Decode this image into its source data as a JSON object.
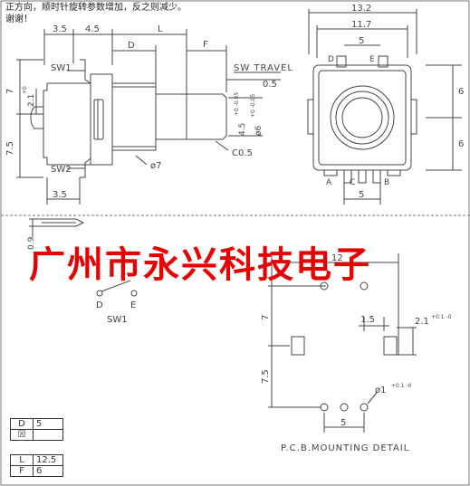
{
  "note": {
    "line1": "正方向，顺时针旋转参数增加，反之则减少。",
    "line2": "谢谢！"
  },
  "side_view": {
    "dim_a": "3.5",
    "dim_b": "4.5",
    "dim_d": "D",
    "dim_l": "L",
    "dim_f": "F",
    "sw_travel": "SW TRAVEL",
    "sw_travel_value": "0.5",
    "sw1": "SW1",
    "sw2": "SW2",
    "dim_7": "7",
    "dim_2_1": "2.1",
    "dim_2_1_tol": "+0",
    "dim_7_5": "7.5",
    "dim_4_5": "4.5",
    "dim_4_5_tol": "+0 -0.05",
    "dim_6": "ø6",
    "dim_6_tol": "+0 -0.05",
    "dim_phi7": "ø7",
    "dim_c05": "C0.5",
    "dim_bottom_3_5": "3.5"
  },
  "front_view": {
    "dim_13_2": "13.2",
    "dim_11_7": "11.7",
    "dim_5_top": "5",
    "label_d": "D",
    "label_e": "E",
    "dim_6_upper": "6",
    "dim_6_lower": "6",
    "label_a": "A",
    "label_c": "C",
    "label_b": "B",
    "dim_5_bottom": "5"
  },
  "pin_view": {
    "dim_0_9": "0.9"
  },
  "switch": {
    "label_d": "D",
    "label_e": "E",
    "caption": "SW1"
  },
  "pcb": {
    "dim_12": "12",
    "dim_7": "7",
    "dim_1_5": "1.5",
    "dim_2_1": "2.1",
    "dim_2_1_tol": "+0.1 -0",
    "dim_7_5": "7.5",
    "dim_hole": "ø1",
    "dim_hole_tol": "+0.1 -0",
    "dim_5": "5",
    "caption": "P.C.B.MOUNTING DETAIL"
  },
  "watermark": "广州市永兴科技电子",
  "spec_table_1": [
    {
      "key": "D",
      "value": "5"
    },
    {
      "key": "☒",
      "value": ""
    }
  ],
  "spec_table_2": [
    {
      "key": "L",
      "value": "12.5"
    },
    {
      "key": "F",
      "value": "6"
    }
  ],
  "colors": {
    "line": "#444444",
    "watermark": "#e60000",
    "frame": "#555555"
  }
}
